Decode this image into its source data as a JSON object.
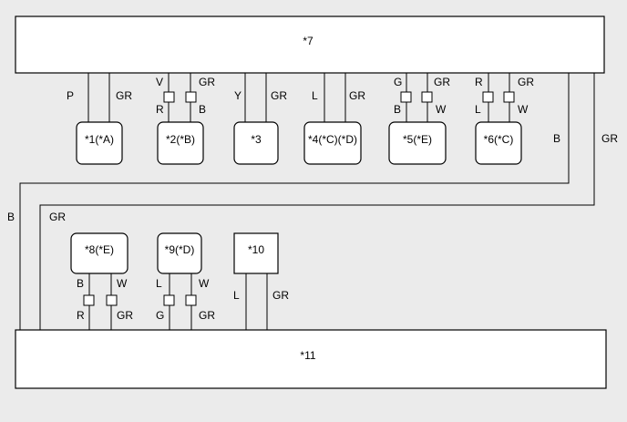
{
  "diagram": {
    "main_top": "*7",
    "main_bottom": "*11",
    "components": {
      "c1": "*1(*A)",
      "c2": "*2(*B)",
      "c3": "*3",
      "c4": "*4(*C)(*D)",
      "c5": "*5(*E)",
      "c6": "*6(*C)",
      "c8": "*8(*E)",
      "c9": "*9(*D)",
      "c10": "*10"
    },
    "wires": {
      "c1_left": "P",
      "c1_right": "GR",
      "c2_top_left": "V",
      "c2_top_right": "GR",
      "c2_bot_left": "R",
      "c2_bot_right": "B",
      "c3_left": "Y",
      "c3_right": "GR",
      "c4_left": "L",
      "c4_right": "GR",
      "c5_top_left": "G",
      "c5_top_right": "GR",
      "c5_bot_left": "B",
      "c5_bot_right": "W",
      "c6_top_left": "R",
      "c6_top_right": "GR",
      "c6_bot_left": "L",
      "c6_bot_right": "W",
      "c8_top_left": "B",
      "c8_top_right": "W",
      "c8_bot_left": "R",
      "c8_bot_right": "GR",
      "c9_top_left": "L",
      "c9_top_right": "W",
      "c9_bot_left": "G",
      "c9_bot_right": "GR",
      "c10_left": "L",
      "c10_right": "GR",
      "bus_right_inner": "B",
      "bus_right_outer": "GR",
      "bus_left_outer": "B",
      "bus_left_inner": "GR"
    }
  }
}
